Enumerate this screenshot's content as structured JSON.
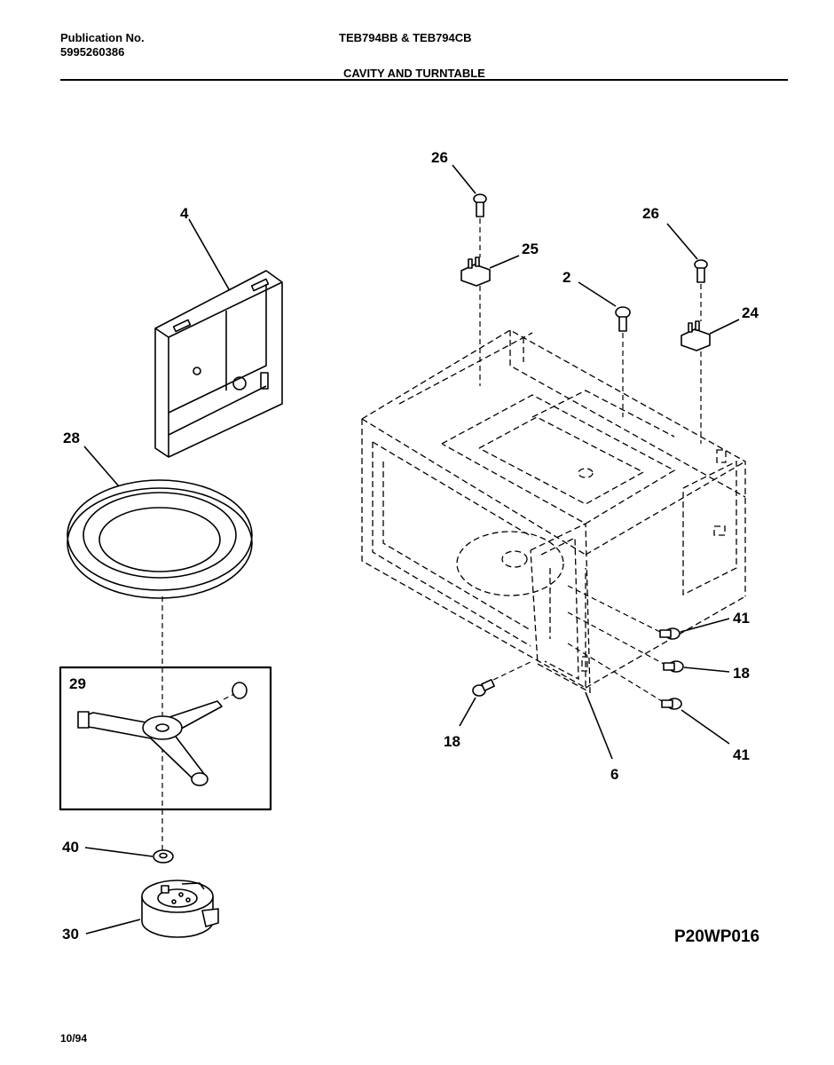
{
  "header": {
    "publication_label": "Publication No.",
    "publication_number": "5995260386",
    "models": "TEB794BB & TEB794CB",
    "section_title": "CAVITY AND TURNTABLE"
  },
  "diagram": {
    "callouts": {
      "c26a": "26",
      "c25": "25",
      "c2": "2",
      "c26b": "26",
      "c24": "24",
      "c4": "4",
      "c28": "28",
      "c29": "29",
      "c40": "40",
      "c30": "30",
      "c41a": "41",
      "c18a": "18",
      "c18b": "18",
      "c41b": "41",
      "c6": "6"
    },
    "figure_code": "P20WP016"
  },
  "footer": {
    "date": "10/94"
  }
}
